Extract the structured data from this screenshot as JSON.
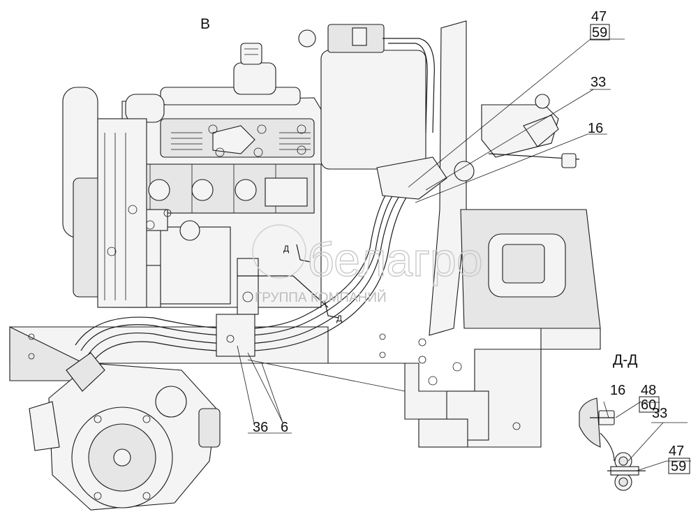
{
  "view_label": "В",
  "section_label": "Д-Д",
  "section_mark": "Д",
  "callouts": {
    "c47_top": "47",
    "c59_top": "59",
    "c33_top": "33",
    "c16_top": "16",
    "c36": "36",
    "c6": "6",
    "c16_sec": "16",
    "c48_sec": "48",
    "c60_sec": "60",
    "c33_sec": "33",
    "c47_sec": "47",
    "c59_sec": "59"
  },
  "watermark": {
    "brand": "белагро",
    "subtitle": "ГРУППА КОМПАНИЙ"
  }
}
